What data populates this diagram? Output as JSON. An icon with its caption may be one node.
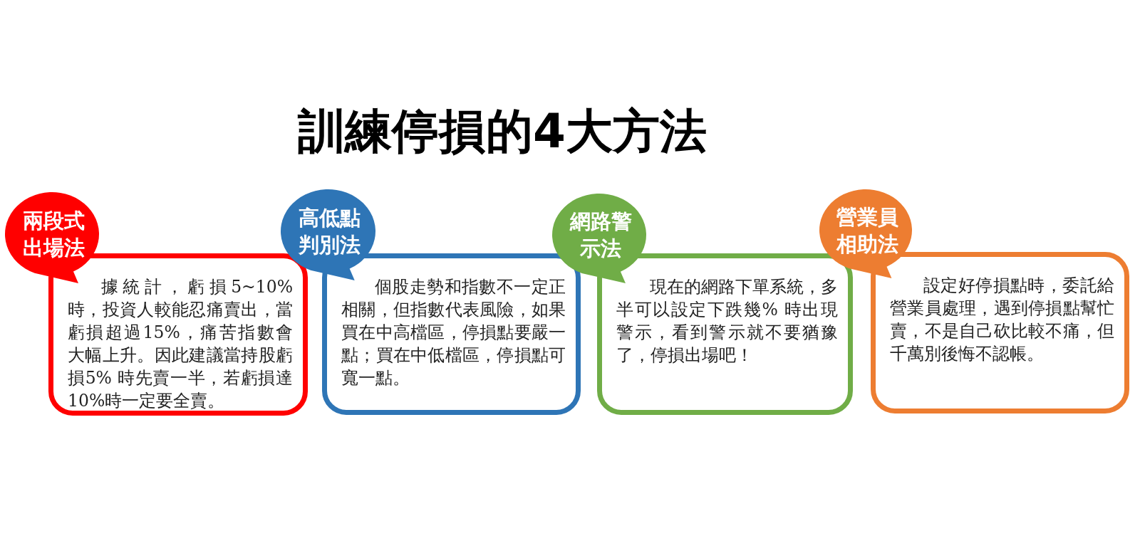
{
  "diagram": {
    "title": "訓練停損的4大方法",
    "nodes": [
      {
        "text": [
          "兩段式出場法"
        ]
      },
      {
        "text": [
          "據統計，虧損5~10%時，投資人較能忍痛賣出，當虧損超過15%，痛苦指數會大幅上升。因此建議當持股虧損5% 時先賣一半，若虧損達10%時一定要全賣。"
        ]
      },
      {
        "text": [
          "高低點判別法"
        ]
      },
      {
        "text": [
          "個股走勢和指數不一定正相關，但指數代表風險，如果買在中高檔區，停損點要嚴一點；買在中低檔區，停損點可寬一點。"
        ]
      },
      {
        "text": [
          "網路警示法"
        ]
      },
      {
        "text": [
          "現在的網路下單系統，多半可以設定下跌幾% 時出現警示，看到警示就不要猶豫了，停損出場吧！"
        ]
      },
      {
        "text": [
          "營業員相助法"
        ]
      },
      {
        "text": [
          "設定好停損點時，委託給營業員處理，遇到停損點幫忙賣，不是自己砍比較不痛，但千萬別後悔不認帳。"
        ]
      }
    ]
  }
}
